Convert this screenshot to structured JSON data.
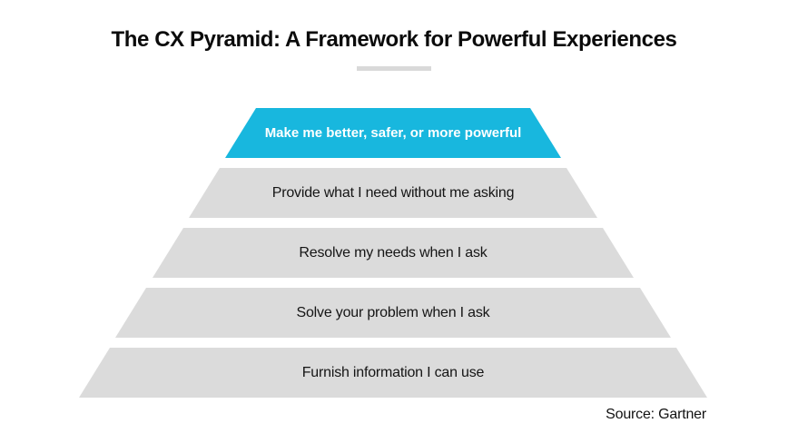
{
  "header": {
    "title": "The CX Pyramid: A Framework for Powerful Experiences"
  },
  "pyramid": {
    "levels": [
      {
        "label": "Make me better, safer, or more powerful",
        "emphasis": "accent"
      },
      {
        "label": "Provide what I need without me asking",
        "emphasis": "default"
      },
      {
        "label": "Resolve my needs when I ask",
        "emphasis": "default"
      },
      {
        "label": "Solve your problem when I ask",
        "emphasis": "default"
      },
      {
        "label": "Furnish information I can use",
        "emphasis": "default"
      }
    ]
  },
  "footer": {
    "source": "Source: Gartner"
  },
  "colors": {
    "accent": "#18b7de",
    "accent_text": "#ffffff",
    "level_fill": "#dbdbdb",
    "divider": "#d9d9d9",
    "text": "#151515"
  }
}
